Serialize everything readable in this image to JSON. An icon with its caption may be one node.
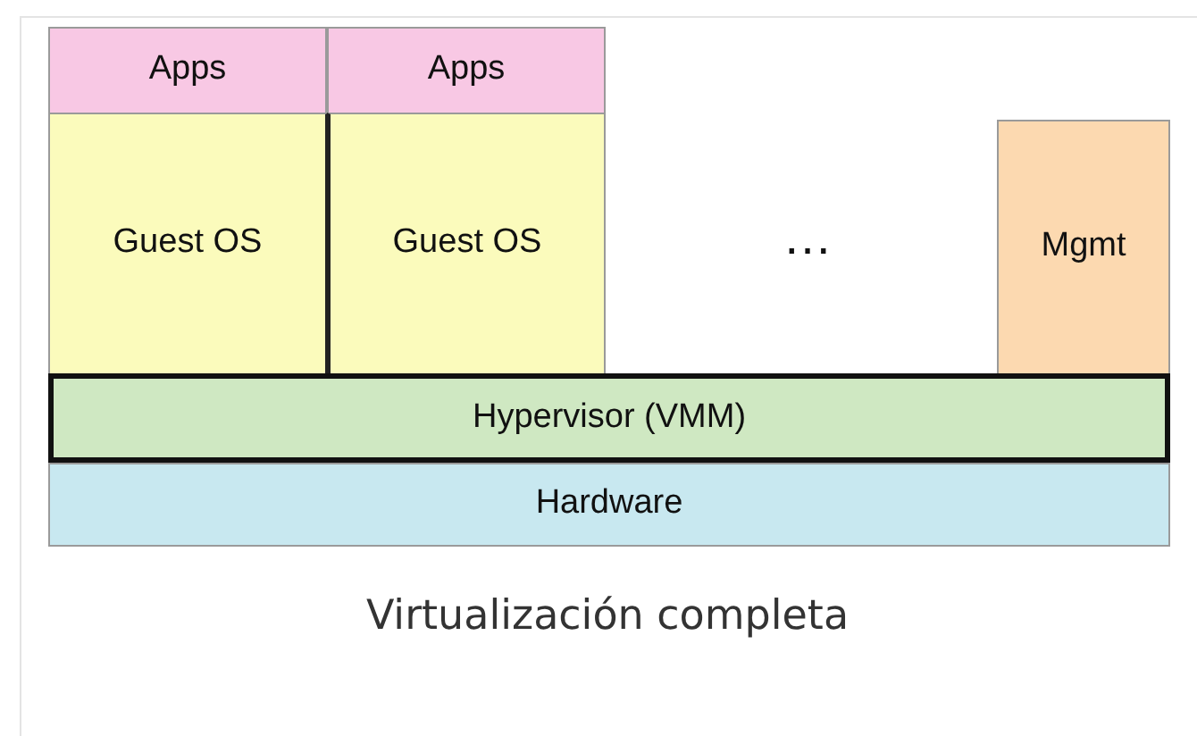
{
  "diagram": {
    "caption": "Virtualización completa",
    "nodes": [
      {
        "text": [
          "Apps"
        ]
      },
      {
        "text": [
          "Apps"
        ]
      },
      {
        "text": [
          "Guest OS"
        ]
      },
      {
        "text": [
          "Guest OS"
        ]
      },
      {
        "text": [
          "Mgmt"
        ]
      },
      {
        "text": [
          "Hypervisor (VMM)"
        ]
      },
      {
        "text": [
          "Hardware"
        ]
      }
    ],
    "labels": [
      "…"
    ]
  }
}
